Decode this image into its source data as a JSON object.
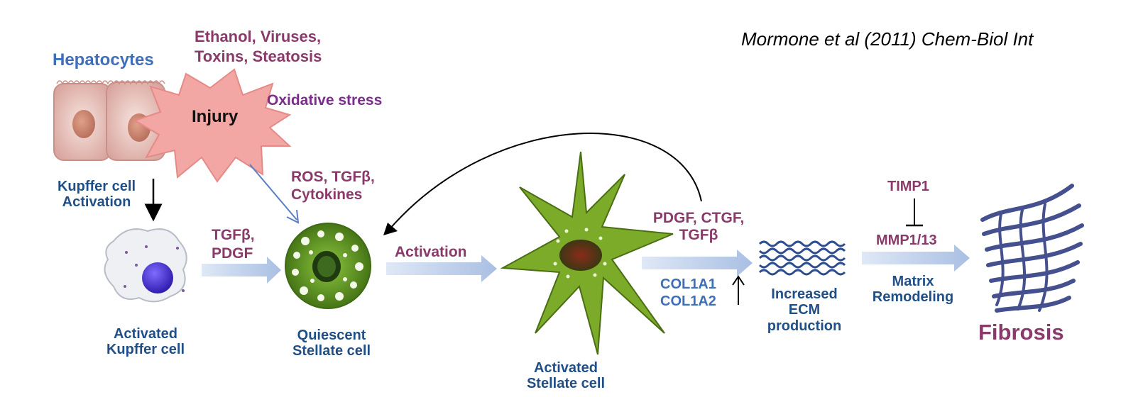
{
  "citation": "Mormone et al (2011) Chem-Biol Int",
  "labels": {
    "hepatocytes": "Hepatocytes",
    "stressors_1": "Ethanol, Viruses,",
    "stressors_2": "Toxins, Steatosis",
    "injury": "Injury",
    "oxidative_stress": "Oxidative stress",
    "kupffer_activation_1": "Kupffer cell",
    "kupffer_activation_2": "Activation",
    "ros_1": "ROS, TGFβ,",
    "ros_2": "Cytokines",
    "tgf_pdgf_1": "TGFβ,",
    "tgf_pdgf_2": "PDGF",
    "activated_kupffer_1": "Activated",
    "activated_kupffer_2": "Kupffer cell",
    "quiescent_1": "Quiescent",
    "quiescent_2": "Stellate cell",
    "activation": "Activation",
    "activated_stellate_1": "Activated",
    "activated_stellate_2": "Stellate cell",
    "pdgf_1": "PDGF, CTGF,",
    "pdgf_2": "TGFβ",
    "col1a1": "COL1A1",
    "col1a2": "COL1A2",
    "ecm_1": "Increased",
    "ecm_2": "ECM",
    "ecm_3": "production",
    "timp1": "TIMP1",
    "mmp": "MMP1/13",
    "matrix_1": "Matrix",
    "matrix_2": "Remodeling",
    "fibrosis": "Fibrosis"
  },
  "colors": {
    "label_blue": "#3f6fb8",
    "label_purple": "#8a3a6a",
    "arrow_fill": "#b7c8e6",
    "injury_burst": "#f2a7a4",
    "stellate_green": "#6e9a1f",
    "fibrosis_blue": "#45508f"
  }
}
